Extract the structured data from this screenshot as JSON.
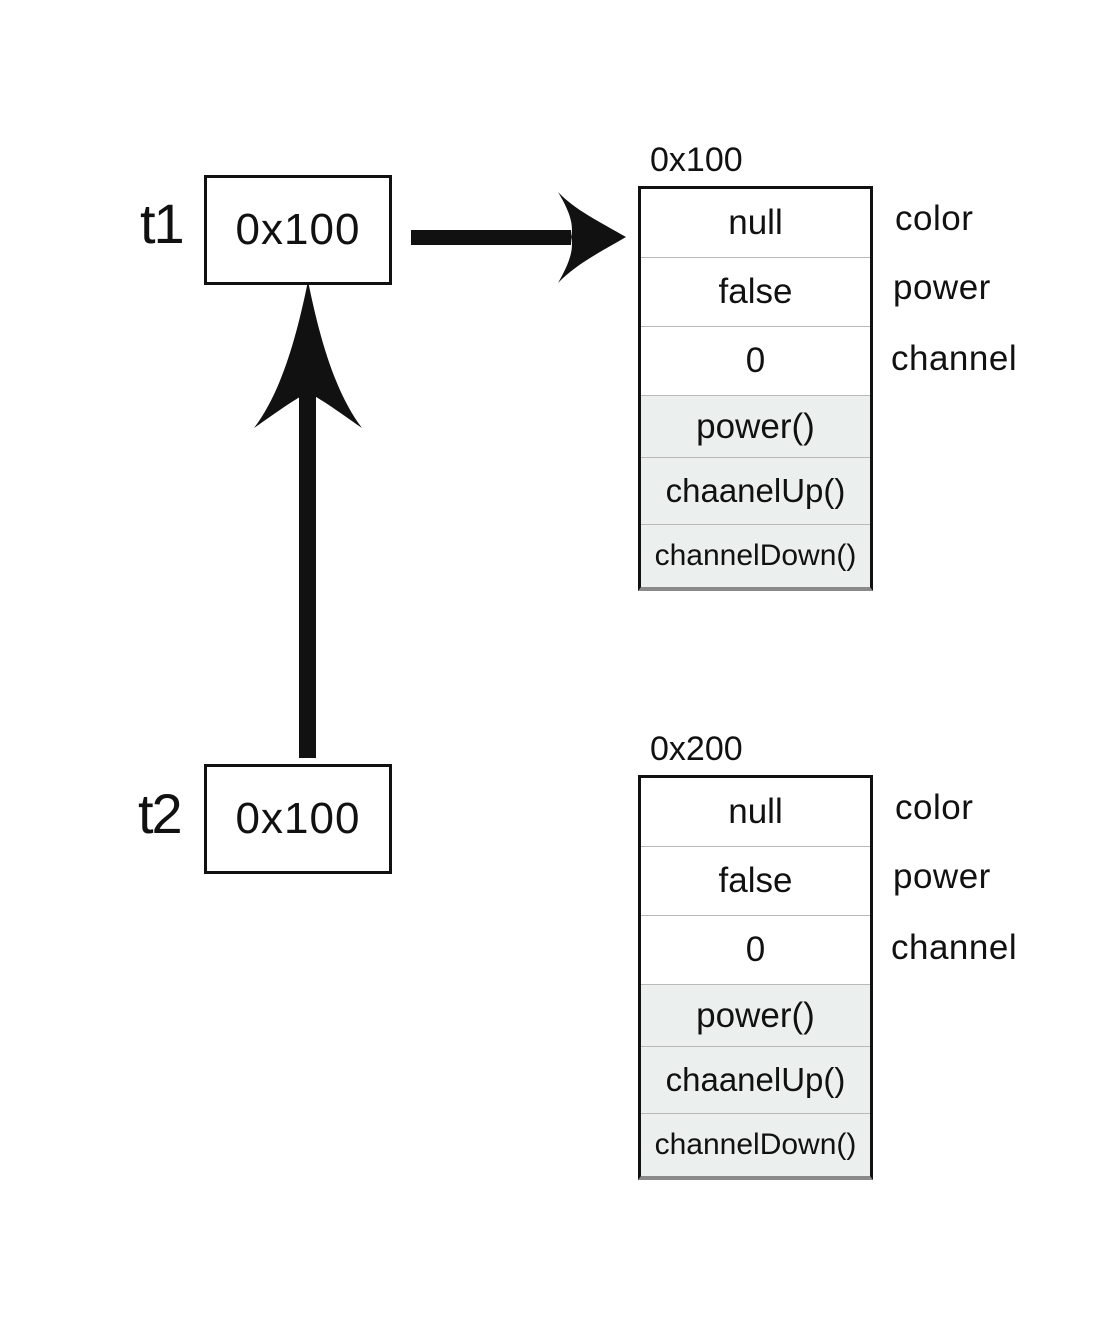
{
  "references": [
    {
      "name": "t1",
      "value": "0x100"
    },
    {
      "name": "t2",
      "value": "0x100"
    }
  ],
  "objects": [
    {
      "address": "0x100",
      "fields": [
        {
          "value": "null",
          "label": "color"
        },
        {
          "value": "false",
          "label": "power"
        },
        {
          "value": "0",
          "label": "channel"
        }
      ],
      "methods": [
        "power()",
        "chaanelUp()",
        "channelDown()"
      ]
    },
    {
      "address": "0x200",
      "fields": [
        {
          "value": "null",
          "label": "color"
        },
        {
          "value": "false",
          "label": "power"
        },
        {
          "value": "0",
          "label": "channel"
        }
      ],
      "methods": [
        "power()",
        "chaanelUp()",
        "channelDown()"
      ]
    }
  ],
  "colors": {
    "stroke": "#111111",
    "method_fill": "#ebefee",
    "divider": "#b9b9b9"
  }
}
